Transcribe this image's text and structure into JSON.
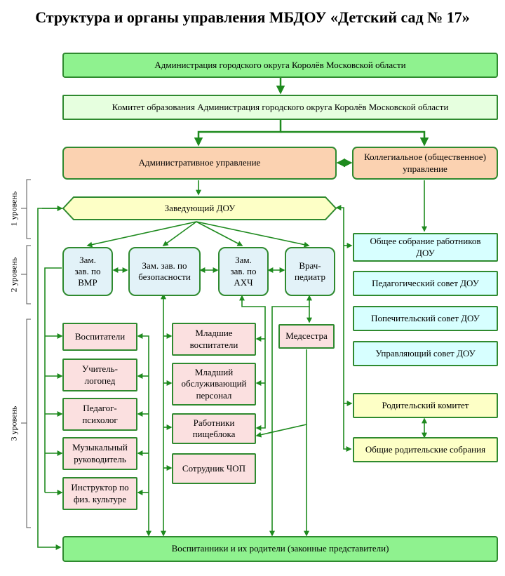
{
  "title": "Структура и органы управления МБДОУ «Детский сад № 17»",
  "nodes": {
    "administration": "Администрация городского округа Королёв Московской области",
    "committee": "Комитет образования Администрация городского округа Королёв Московской области",
    "admin_management": "Административное управление",
    "collegial_management": "Коллегиальное (общественное) управление",
    "head": "Заведующий ДОУ",
    "deputy_vmr": "Зам. зав. по ВМР",
    "deputy_security": "Зам. зав. по безопасности",
    "deputy_ahch": "Зам. зав. по АХЧ",
    "doctor": "Врач-педиатр",
    "teachers": "Воспитатели",
    "speech_therapist": "Учитель-логопед",
    "psychologist": "Педагог-психолог",
    "music_director": "Музыкальный руководитель",
    "pe_instructor": "Инструктор по физ. культуре",
    "junior_teachers": "Младшие воспитатели",
    "junior_staff": "Младший обслуживающий персонал",
    "catering": "Работники пищеблока",
    "security_staff": "Сотрудник ЧОП",
    "nurse": "Медсестра",
    "general_meeting": "Общее собрание работников ДОУ",
    "pedagogical_council": "Педагогический совет ДОУ",
    "trustee_council": "Попечительский совет ДОУ",
    "governing_council": "Управляющий совет ДОУ",
    "parent_committee": "Родительский комитет",
    "parent_meetings": "Общие родительские собрания",
    "pupils_parents": "Воспитанники и их родители (законные представители)"
  },
  "levels": {
    "level1": "1 уровень",
    "level2": "2 уровень",
    "level3": "3 уровень"
  },
  "colors": {
    "line": "#1e8a1e",
    "green_fill": "#8ff28f",
    "peach_fill": "#fbd2b1",
    "cyan_fill": "#d7ffff",
    "yellow_fill": "#fdffc6",
    "pink_fill": "#fbe0e0",
    "blue_fill": "#e2f2f8"
  }
}
